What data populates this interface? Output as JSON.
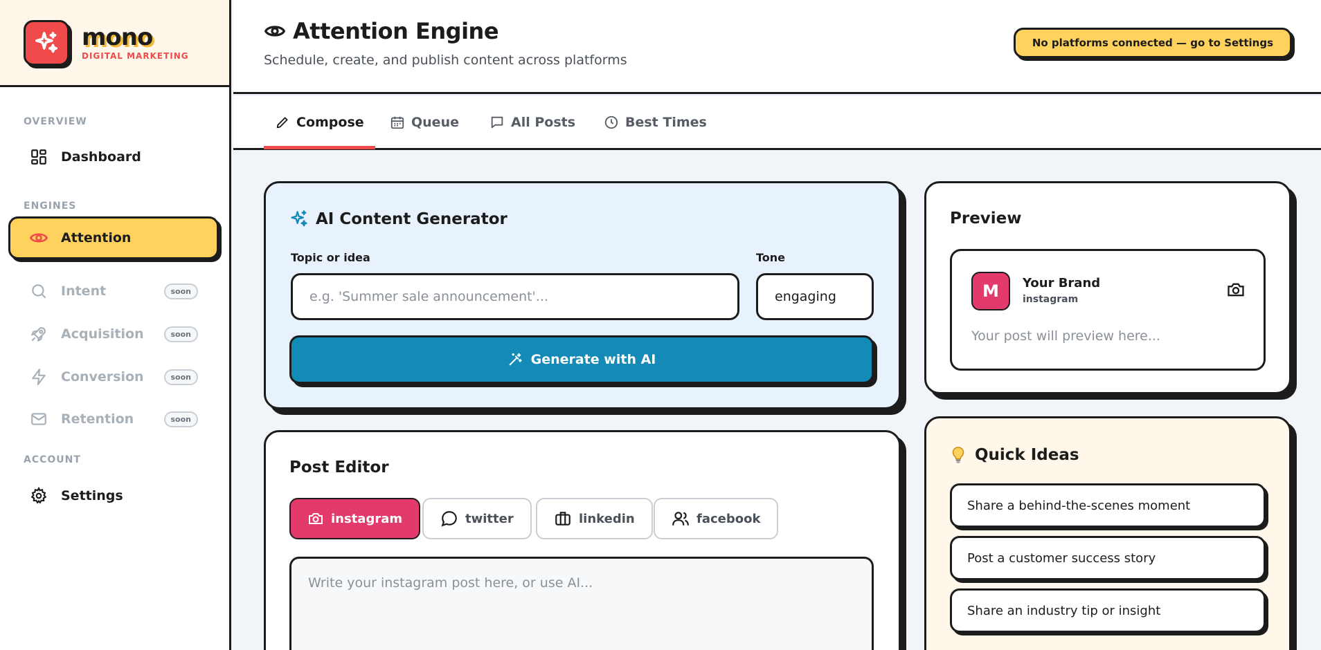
{
  "brand": {
    "name": "mono",
    "tagline": "DIGITAL MARKETING"
  },
  "sidebar": {
    "sections": [
      "OVERVIEW",
      "ENGINES",
      "ACCOUNT"
    ],
    "items": [
      {
        "label": "Dashboard",
        "icon": "dashboard-icon"
      },
      {
        "label": "Attention",
        "icon": "eye-icon",
        "active": true
      },
      {
        "label": "Intent",
        "icon": "search-icon",
        "badge": "soon"
      },
      {
        "label": "Acquisition",
        "icon": "rocket-icon",
        "badge": "soon"
      },
      {
        "label": "Conversion",
        "icon": "lightning-icon",
        "badge": "soon"
      },
      {
        "label": "Retention",
        "icon": "mail-icon",
        "badge": "soon"
      },
      {
        "label": "Settings",
        "icon": "gear-icon"
      }
    ]
  },
  "header": {
    "title": "Attention Engine",
    "subtitle": "Schedule, create, and publish content across platforms",
    "connect_label": "No platforms connected — go to Settings"
  },
  "tabs": [
    {
      "label": "Compose",
      "icon": "pencil-icon",
      "active": true
    },
    {
      "label": "Queue",
      "icon": "calendar-icon"
    },
    {
      "label": "All Posts",
      "icon": "chat-icon"
    },
    {
      "label": "Best Times",
      "icon": "clock-icon"
    }
  ],
  "ai_generator": {
    "title": "AI Content Generator",
    "topic_label": "Topic or idea",
    "topic_placeholder": "e.g. 'Summer sale announcement'...",
    "tone_label": "Tone",
    "tone_value": "engaging",
    "generate_label": "Generate with AI"
  },
  "editor": {
    "title": "Post Editor",
    "platforms": [
      "instagram",
      "twitter",
      "linkedin",
      "facebook"
    ],
    "selected_platform": "instagram",
    "placeholder": "Write your instagram post here, or use AI..."
  },
  "preview": {
    "title": "Preview",
    "avatar_letter": "M",
    "brand_name": "Your Brand",
    "platform": "instagram",
    "placeholder": "Your post will preview here..."
  },
  "quick_ideas": {
    "title": "Quick Ideas",
    "items": [
      "Share a behind-the-scenes moment",
      "Post a customer success story",
      "Share an industry tip or insight"
    ]
  },
  "colors": {
    "accent_red": "#f04a4a",
    "accent_yellow": "#ffd25e",
    "generate_blue": "#148ab6",
    "instagram_pink": "#e23a6b",
    "outline": "#1c1c1c"
  }
}
